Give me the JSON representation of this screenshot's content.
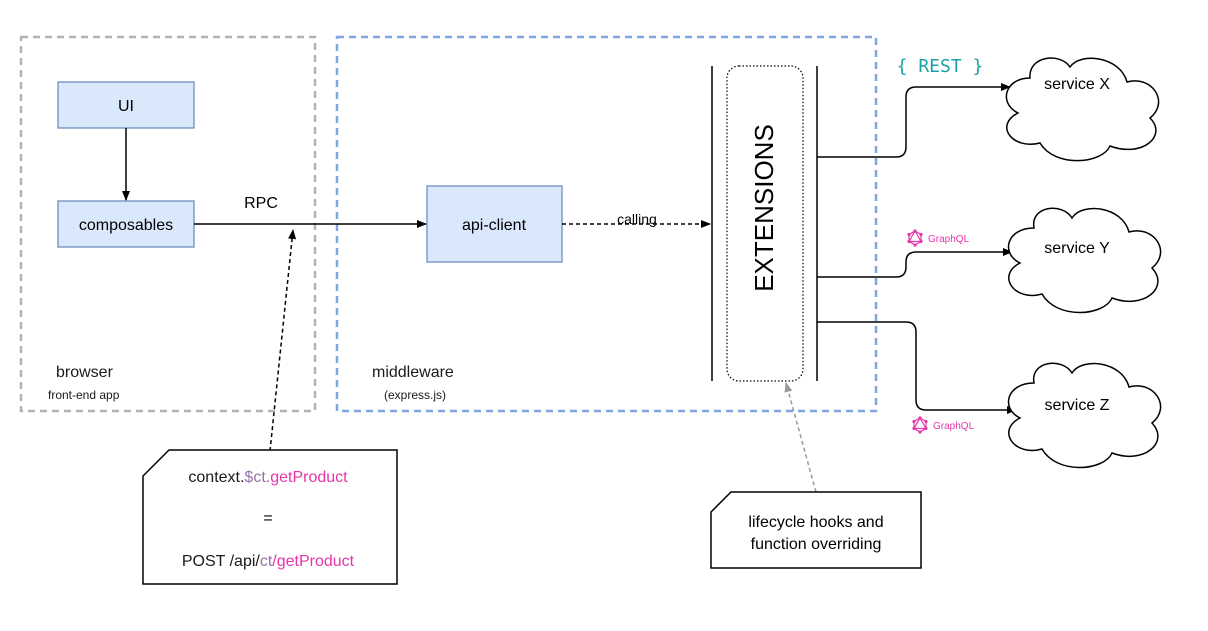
{
  "browser": {
    "label": "browser",
    "sublabel": "front-end app"
  },
  "middleware": {
    "label": "middleware",
    "sublabel": "(express.js)"
  },
  "nodes": {
    "ui": "UI",
    "composables": "composables",
    "api_client": "api-client",
    "extensions": "EXTENSIONS"
  },
  "edges": {
    "rpc": "RPC",
    "calling": "calling"
  },
  "services": {
    "x": "service X",
    "y": "service Y",
    "z": "service Z"
  },
  "protocols": {
    "rest": "{ REST }",
    "graphql_y": "GraphQL",
    "graphql_z": "GraphQL"
  },
  "note_rpc": {
    "line1_a": "context.",
    "line1_b": "$ct",
    "line1_c": ".getProduct",
    "eq": "=",
    "line2_a": "POST /api/",
    "line2_b": "ct",
    "line2_c": "/getProduct"
  },
  "note_ext": {
    "line1": "lifecycle hooks and",
    "line2": "function overriding"
  },
  "colors": {
    "node_fill": "#dae8fc",
    "node_stroke": "#6c8ebf",
    "browser_border": "#b3b3b3",
    "middleware_border": "#7ea6e0",
    "rest": "#1ba1a5",
    "graphql": "#e535ab",
    "dollar_ct": "#9673a6",
    "get_product": "#e535ab",
    "hook_arrow": "#999999"
  }
}
